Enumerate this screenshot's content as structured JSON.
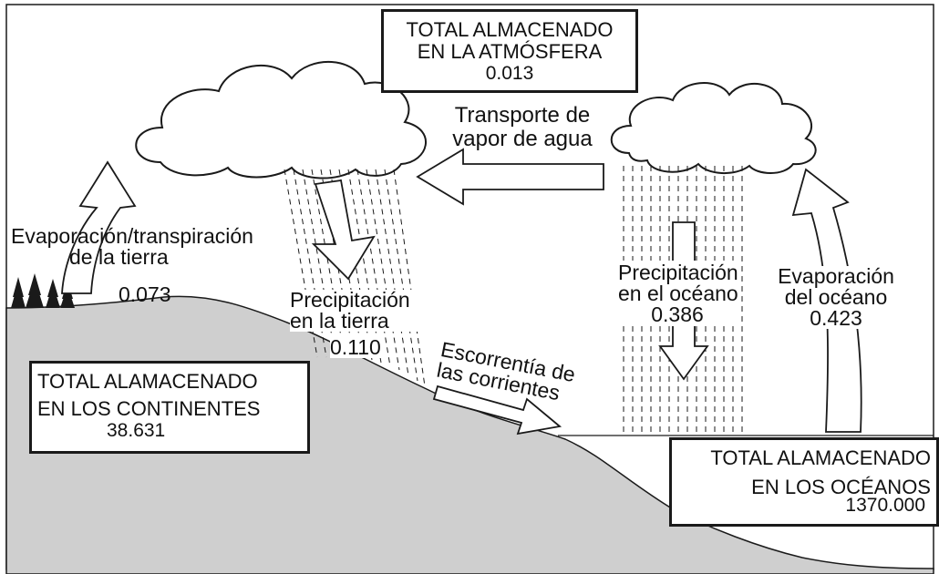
{
  "colors": {
    "ink": "#1a1a1a",
    "land": "#cfcfcf",
    "ocean": "#ffffff",
    "page": "#ffffff"
  },
  "boxes": {
    "atmosphere": {
      "line1": "TOTAL ALMACENADO",
      "line2": "EN LA ATMÓSFERA",
      "value": "0.013"
    },
    "continents": {
      "line1": "TOTAL ALAMACENADO",
      "line2": "EN LOS CONTINENTES",
      "value": "38.631"
    },
    "oceans": {
      "line1": "TOTAL ALAMACENADO",
      "line2": "EN LOS OCÉANOS",
      "value": "1370.000"
    }
  },
  "labels": {
    "transport": {
      "line1": "Transporte de",
      "line2": "vapor de agua"
    },
    "land_evaporation": {
      "line1": "Evaporación/transpiración",
      "line2": "de la  tierra",
      "value": "0.073"
    },
    "land_precipitation": {
      "line1": "Precipitación",
      "line2": "en la tierra",
      "value": "0.110"
    },
    "ocean_precipitation": {
      "line1": "Precipitación",
      "line2": "en el océano",
      "value": "0.386"
    },
    "ocean_evaporation": {
      "line1": "Evaporación",
      "line2": "del océano",
      "value": "0.423"
    },
    "runoff": {
      "line1": "Escorrentía de",
      "line2": "las corrientes"
    }
  },
  "icons": [
    "cloud-icon",
    "tree-icon",
    "arrow-icon"
  ]
}
